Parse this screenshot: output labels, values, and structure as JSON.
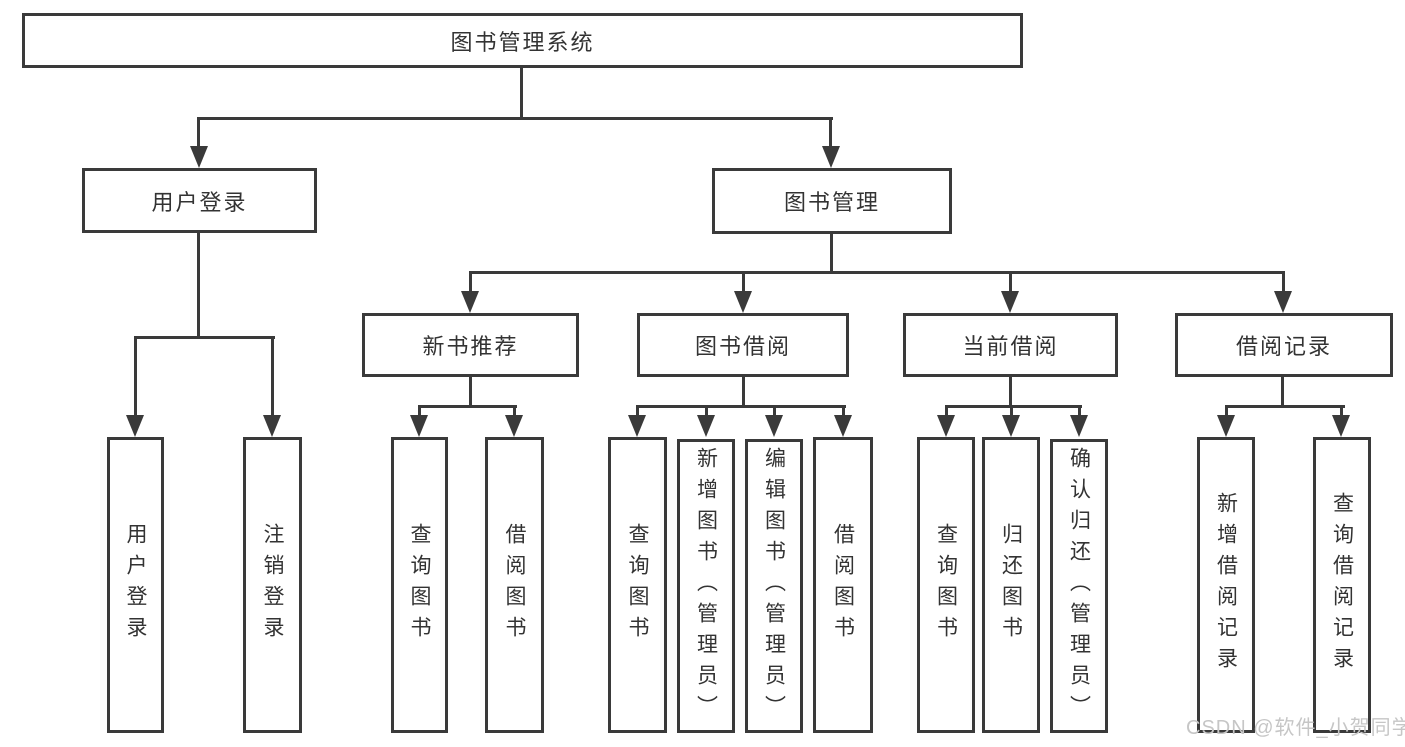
{
  "diagram": {
    "title": "图书管理系统",
    "watermark": "CSDN @软件_小贺同学",
    "colors": {
      "line": "#3a3a3a",
      "text": "#333333",
      "box_background": "#ffffff",
      "page_background": "#ffffff",
      "watermark": "#c6c6c6"
    },
    "nodes": {
      "root": {
        "label": "图书管理系统"
      },
      "user_login": {
        "label": "用户登录"
      },
      "book_mgmt": {
        "label": "图书管理"
      },
      "new_book_rec": {
        "label": "新书推荐"
      },
      "book_borrow": {
        "label": "图书借阅"
      },
      "current_borrow": {
        "label": "当前借阅"
      },
      "borrow_records": {
        "label": "借阅记录"
      },
      "leaf_user_login": {
        "label": "用户登录"
      },
      "leaf_logout": {
        "label": "注销登录"
      },
      "leaf_rec_query": {
        "label": "查询图书"
      },
      "leaf_rec_borrow": {
        "label": "借阅图书"
      },
      "leaf_bb_query": {
        "label": "查询图书"
      },
      "leaf_bb_add": {
        "label": "新增图书（管理员）"
      },
      "leaf_bb_edit": {
        "label": "编辑图书（管理员）"
      },
      "leaf_bb_borrow": {
        "label": "借阅图书"
      },
      "leaf_cb_query": {
        "label": "查询图书"
      },
      "leaf_cb_return": {
        "label": "归还图书"
      },
      "leaf_cb_confirm": {
        "label": "确认归还（管理员）"
      },
      "leaf_br_add": {
        "label": "新增借阅记录"
      },
      "leaf_br_query": {
        "label": "查询借阅记录"
      }
    },
    "edges": [
      [
        "图书管理系统",
        "用户登录"
      ],
      [
        "图书管理系统",
        "图书管理"
      ],
      [
        "用户登录",
        "用户登录"
      ],
      [
        "用户登录",
        "注销登录"
      ],
      [
        "图书管理",
        "新书推荐"
      ],
      [
        "图书管理",
        "图书借阅"
      ],
      [
        "图书管理",
        "当前借阅"
      ],
      [
        "图书管理",
        "借阅记录"
      ],
      [
        "新书推荐",
        "查询图书"
      ],
      [
        "新书推荐",
        "借阅图书"
      ],
      [
        "图书借阅",
        "查询图书"
      ],
      [
        "图书借阅",
        "新增图书（管理员）"
      ],
      [
        "图书借阅",
        "编辑图书（管理员）"
      ],
      [
        "图书借阅",
        "借阅图书"
      ],
      [
        "当前借阅",
        "查询图书"
      ],
      [
        "当前借阅",
        "归还图书"
      ],
      [
        "当前借阅",
        "确认归还（管理员）"
      ],
      [
        "借阅记录",
        "新增借阅记录"
      ],
      [
        "借阅记录",
        "查询借阅记录"
      ]
    ]
  }
}
